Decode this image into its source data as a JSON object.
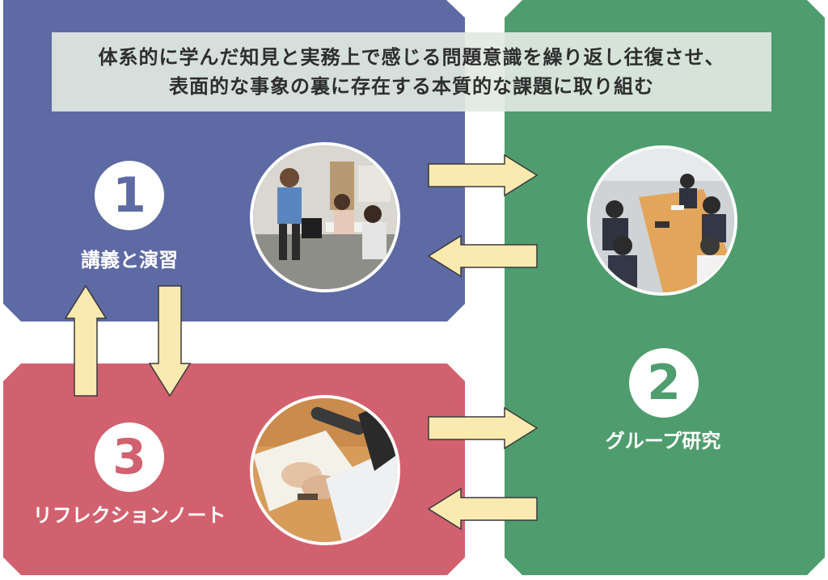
{
  "banner": {
    "line1": "体系的に学んだ知見と実務上で感じる問題意識を繰り返し往復させ、",
    "line2": "表面的な事象の裏に存在する本質的な課題に取り組む"
  },
  "steps": [
    {
      "number": "1",
      "label": "講義と演習",
      "color": "#5d6aa3"
    },
    {
      "number": "2",
      "label": "グループ研究",
      "color": "#4f9d6e"
    },
    {
      "number": "3",
      "label": "リフレクションノート",
      "color": "#d2616f"
    }
  ],
  "arrow_color": "#fbeab0"
}
